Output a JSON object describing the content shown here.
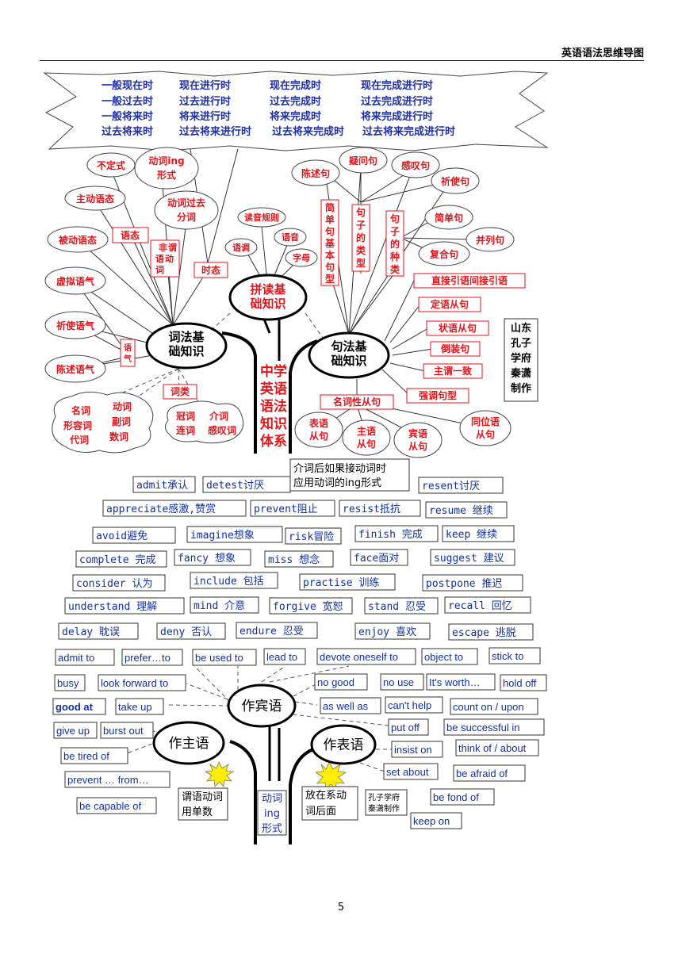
{
  "header": {
    "title": "英语语法思维导图",
    "page": "5"
  },
  "tenses": [
    [
      "一般现在时",
      "现在进行时",
      "现在完成时",
      "现在完成进行时"
    ],
    [
      "一般过去时",
      "过去进行时",
      "过去完成时",
      "过去完成进行时"
    ],
    [
      "一般将来时",
      "将来进行时",
      "将来完成时",
      "将来完成进行时"
    ],
    [
      "过去将来时",
      "过去将来进行时",
      "过去将来完成时",
      "过去将来完成进行时"
    ]
  ],
  "center": [
    "中学",
    "英语",
    "语法",
    "知识",
    "体系"
  ],
  "hubs": {
    "pindu": [
      "拼读基",
      "础知识"
    ],
    "cifa": [
      "词法基",
      "础知识"
    ],
    "jufa": [
      "句法基",
      "础知识"
    ]
  },
  "pindu_items": [
    "读音规则",
    "语调",
    "语音",
    "字母"
  ],
  "cifa_items": {
    "budingshi": "不定式",
    "dongci_ing": [
      "动词ing",
      "形式"
    ],
    "zhudong": "主动语态",
    "dongci_guoqu": [
      "动词过去",
      "分词"
    ],
    "yutai": "语态",
    "beidong": "被动语态",
    "feiwei": [
      "非",
      "谓",
      "语",
      "动",
      "词"
    ],
    "shitai": "时态",
    "xuni": "虚拟语气",
    "qishi": "祈使语气",
    "chenshu": "陈述语气",
    "yuqi": [
      "语",
      "气"
    ],
    "cilei": "词类",
    "cl1": [
      "名词",
      "动词",
      "形容词",
      "副词",
      "代词",
      "数词"
    ],
    "cl2": [
      "冠词",
      "介词",
      "连词",
      "感叹词"
    ]
  },
  "jufa_items": {
    "chenshuju": "陈述句",
    "yiwen": "疑问句",
    "gantan": "感叹句",
    "qishiju": "祈使句",
    "jiben": [
      "简",
      "单",
      "句",
      "基",
      "本",
      "句",
      "型"
    ],
    "leixing": [
      "句",
      "子",
      "的",
      "类",
      "型"
    ],
    "zhonglei": [
      "句",
      "子",
      "的",
      "种",
      "类"
    ],
    "jiandan": "简单句",
    "binglie": "并列句",
    "fuhe": "复合句",
    "zhijie": "直接引语间接引语",
    "dingyu": "定语从句",
    "zhuangyu": "状语从句",
    "daozhuang": "倒装句",
    "zhuwei": "主谓一致",
    "qiangdiao": "强调句型",
    "mingci": "名词性从句",
    "biaoyu": [
      "表语",
      "从句"
    ],
    "zhuyu": [
      "主语",
      "从句"
    ],
    "binyu": [
      "宾语",
      "从句"
    ],
    "tongwei": [
      "同位语",
      "从句"
    ]
  },
  "credit": [
    "山东",
    "孔子",
    "学府",
    "秦潇",
    "制作"
  ],
  "prep_note": [
    "介词后如果接动词时",
    "应用动词的ing形式"
  ],
  "verbs": [
    [
      "admit承认",
      "detest讨厌",
      "resent讨厌"
    ],
    [
      "appreciate感激,赞赏",
      "prevent阻止",
      "resist抵抗",
      "resume 继续"
    ],
    [
      "avoid避免",
      "imagine想象",
      "risk冒险",
      "finish 完成",
      "keep 继续"
    ],
    [
      "complete 完成",
      "fancy 想象",
      "miss 想念",
      "face面对",
      "suggest 建议"
    ],
    [
      "consider 认为",
      "include 包括",
      "practise 训练",
      "postpone 推迟"
    ],
    [
      "understand 理解",
      "mind 介意",
      "forgive 宽恕",
      "stand 忍受",
      "recall 回忆"
    ],
    [
      "delay 耽误",
      "deny 否认",
      "endure 忍受",
      "enjoy 喜欢",
      "escape 逃脱"
    ]
  ],
  "phrases": {
    "row1": [
      "admit to",
      "prefer…to",
      "be used to",
      "lead to",
      "devote oneself to",
      "object to",
      "stick to"
    ],
    "row2": [
      "busy",
      "look forward to",
      "no good",
      "no use",
      "It's worth…",
      "hold off"
    ],
    "row3": [
      "good at",
      "take up",
      "as well as",
      "can't help",
      "count on / upon"
    ],
    "row4": [
      "give up",
      "burst out",
      "put off",
      "be successful in"
    ],
    "row5": [
      "be tired of",
      "insist on",
      "think of / about"
    ],
    "row6": [
      "prevent … from…",
      "set about",
      "be afraid of"
    ],
    "row7": [
      "be capable of",
      "be fond of",
      "keep on"
    ]
  },
  "lower_tree": {
    "binyu": "作宾语",
    "zhuyu": "作主语",
    "biaoyu": "作表语",
    "weiyu": [
      "谓语动词",
      "用单数"
    ],
    "ing": [
      "动词",
      "ing",
      "形式"
    ],
    "xici": [
      "放在系动",
      "词后面"
    ],
    "credit": [
      "孔子学府",
      "秦潇制作"
    ]
  }
}
